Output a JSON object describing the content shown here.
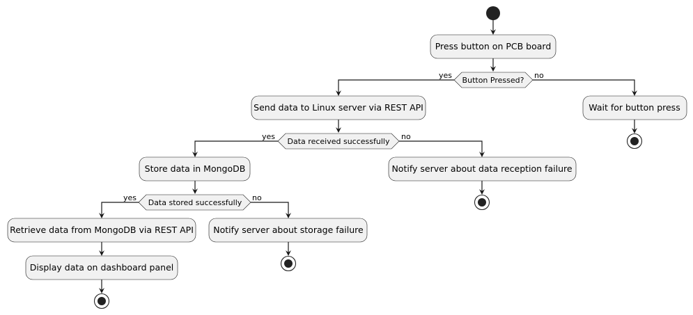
{
  "nodes": {
    "press_button": "Press button on PCB board",
    "send_data": "Send data to Linux server via REST API",
    "wait_press": "Wait for button press",
    "store_data": "Store data in MongoDB",
    "notify_reception": "Notify server about data reception failure",
    "retrieve_data": "Retrieve data from MongoDB via REST API",
    "notify_storage": "Notify server about storage failure",
    "display_data": "Display data on dashboard panel"
  },
  "decisions": {
    "button_pressed": "Button Pressed?",
    "data_received": "Data received successfully",
    "data_stored": "Data stored successfully"
  },
  "labels": {
    "yes": "yes",
    "no": "no"
  },
  "colors": {
    "node_fill": "#f1f1f1",
    "line": "#181818",
    "start_end": "#222222"
  }
}
